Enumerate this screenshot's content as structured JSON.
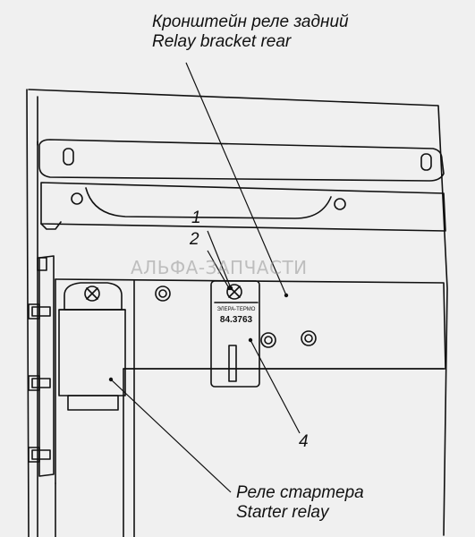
{
  "labels": {
    "bracket_ru": "Кронштейн реле задний",
    "bracket_en": "Relay  bracket rear",
    "starter_ru": "Реле стартера",
    "starter_en": "Starter relay",
    "num_1": "1",
    "num_2": "2",
    "num_4": "4"
  },
  "relay_plate": {
    "line1": "ЭЛЕРА-ТЕРМО",
    "line2": "84.3763"
  },
  "watermark": "АЛЬФА-ЗАПЧАСТИ",
  "colors": {
    "background": "#f0f0f0",
    "line": "#111111",
    "watermark": "#969696"
  }
}
